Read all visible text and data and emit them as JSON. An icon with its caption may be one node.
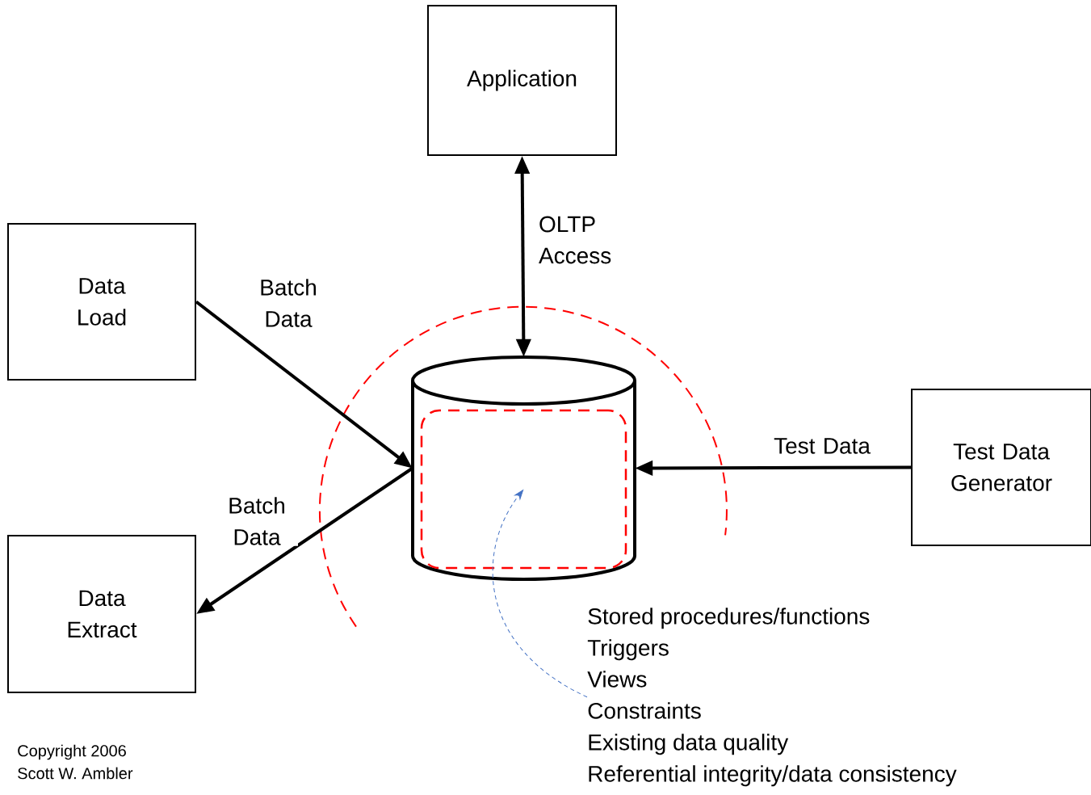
{
  "diagram": {
    "nodes": [
      {
        "text": [
          "Application"
        ]
      },
      {
        "text": [
          "Data Load"
        ]
      },
      {
        "text": [],
        "shape": "cylinder"
      },
      {
        "text": [
          "Test Data Generator"
        ]
      },
      {
        "text": [
          "Data Extract"
        ]
      },
      {
        "text": [],
        "shape": "box",
        "in": 2
      },
      {
        "text": [
          "Stored procedures/functions",
          "Triggers",
          "Views",
          "Constraints",
          "Existing data quality",
          "Referential integrity/data consistency"
        ]
      }
    ],
    "edges": [
      {
        "from": 0,
        "to": 2,
        "arrow": "both",
        "label": "OLTP Access"
      },
      {
        "from": 1,
        "to": 2,
        "arrow": "to",
        "label": "Batch Data"
      },
      {
        "from": 2,
        "to": 4,
        "arrow": "to",
        "label": "Batch Data"
      },
      {
        "from": 3,
        "to": 2,
        "arrow": "to",
        "label": "Test Data"
      },
      {
        "from": 6,
        "to": 5,
        "arrow": "to",
        "style": "dashed",
        "color": "#4472c4"
      }
    ],
    "labels": [
      "Copyright 2006",
      "Scott W. Ambler"
    ]
  }
}
